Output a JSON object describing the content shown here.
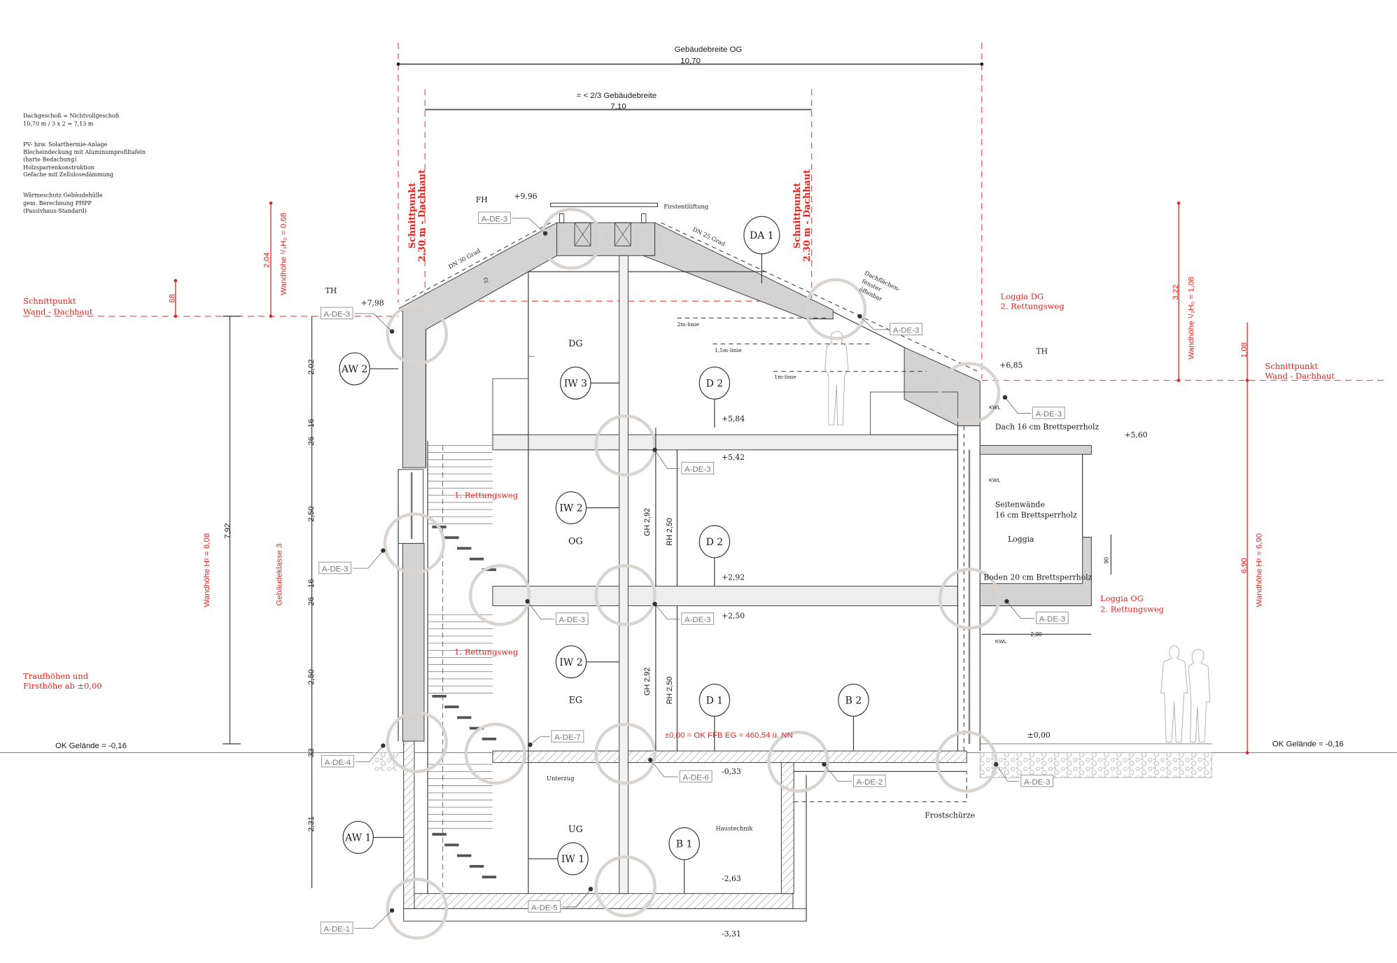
{
  "notes": [
    [
      "Dachgeschoß = Nichtvollgeschoß",
      "10,70 m / 3 x 2 = 7,13 m"
    ],
    [
      "PV- bzw. Solarthermie-Anlage",
      "Blecheindeckung mit Aluminumprofiltafeln",
      "(harte Bedachung)",
      "Holzsparrenkonstruktion",
      "Gefache mit Zellulosedämmung"
    ],
    [
      "Wärmeschutz Gebäudehülle",
      "gem. Berechnung PHPP",
      "(Passivhaus-Standard)"
    ]
  ],
  "dimensions": {
    "building_width_label": "Gebäudebreite OG",
    "building_width": "10,70",
    "two_thirds_label": "=  < 2/3 Gebäudebreite",
    "two_thirds_value": "7,10",
    "left_chain": [
      "2,02",
      "16",
      "26",
      "2,50",
      "16",
      "26",
      "2,50",
      "33",
      "2,31"
    ],
    "total_height": "7,92",
    "loggia_width": "2,00",
    "parapet": "90",
    "roof_thickness": "33",
    "floor_heights": [
      "GH 2,92",
      "RH 2,50",
      "GH 2,92",
      "RH 2,50"
    ]
  },
  "red_annotations": {
    "schnittpunkt_left": [
      "Schnittpunkt",
      "Wand - Dachhaut"
    ],
    "schnittpunkt_right": [
      "Schnittpunkt",
      "Wand - Dachhaut"
    ],
    "schnittpunkt_roof": [
      "Schnittpunkt",
      "2.30 m - Dachhaut"
    ],
    "dim_68": "68",
    "dim_204": "2,04",
    "wandhoehe_left_third": "Wandhöhe ¹/₃H₀ = 0,68",
    "wandhoehe_left": "Wandhöhe  Hᵡ = 8,08",
    "gebaeudeklasse": "Gebäudeklasse 3",
    "traufhoehen": [
      "Traufhöhen und",
      "Firsthöhe ab ±0,00"
    ],
    "rettungsweg_1": "1. Rettungsweg",
    "loggia_dg": [
      "Loggia DG",
      "2. Rettungsweg"
    ],
    "loggia_og": [
      "Loggia OG",
      "2. Rettungsweg"
    ],
    "dim_322": "3,22",
    "wandhoehe_right_third": "Wandhöhe ¹/₃H₀ = 1,08",
    "dim_108": "1,08",
    "dim_690": "6,90",
    "wandhoehe_right": "Wandhöhe  Hᵡ = 6,90",
    "ffb": "±0,00 = OK FFB EG = 460,54 ü. NN"
  },
  "levels": {
    "fh": "FH",
    "th": "TH",
    "ridge": "+9,96",
    "eaves_left": "+7,98",
    "eaves_right": "+6,85",
    "dg_floor": "+5,84",
    "og_ceiling": "+5,42",
    "loggia_roof": "+5,60",
    "og_floor": "+2,92",
    "eg_ceiling": "+2,50",
    "zero": "±0,00",
    "ug_ceiling": "-0,33",
    "ug_floor": "-2,63",
    "foundation": "-3,31",
    "ground": "OK Gelände = -0,16"
  },
  "rooms": {
    "dg": "DG",
    "og": "OG",
    "eg": "EG",
    "ug": "UG",
    "haustechnik": "Haustechnik",
    "unterzug": "Unterzug",
    "loggia": "Loggia"
  },
  "labels": {
    "firstentlueftung": "Firstentlüftung",
    "dn30": "DN 30 Grad",
    "dn25": "DN 25 Grad",
    "dachfenster": [
      "Dachflächen-",
      "fenster",
      "öffenbar"
    ],
    "line_2m": "2m-linie",
    "line_15m": "1,5m-linie",
    "line_1m": "1m-linie",
    "kwl": "KWL",
    "dach": "Dach  16 cm Brettsperrholz",
    "seitenwaende": [
      "Seitenwände",
      "16 cm Brettsperrholz"
    ],
    "boden": "Boden 20 cm Brettsperrholz",
    "frostschuerze": "Frostschürze"
  },
  "component_bubbles": [
    "DA 1",
    "AW 2",
    "IW 3",
    "D 2",
    "IW 2",
    "D 2",
    "IW 2",
    "D 1",
    "B 2",
    "AW 1",
    "IW 1",
    "B 1"
  ],
  "detail_tags": [
    "A-DE-3",
    "A-DE-3",
    "A-DE-3",
    "A-DE-3",
    "A-DE-3",
    "A-DE-3",
    "A-DE-3",
    "A-DE-3",
    "A-DE-3",
    "A-DE-7",
    "A-DE-4",
    "A-DE-6",
    "A-DE-2",
    "A-DE-3",
    "A-DE-5",
    "A-DE-1"
  ],
  "colors": {
    "annotation_red": "#e8231d",
    "section_fill": "#d3d3d3",
    "detail_circle": "#d9d4d0"
  }
}
